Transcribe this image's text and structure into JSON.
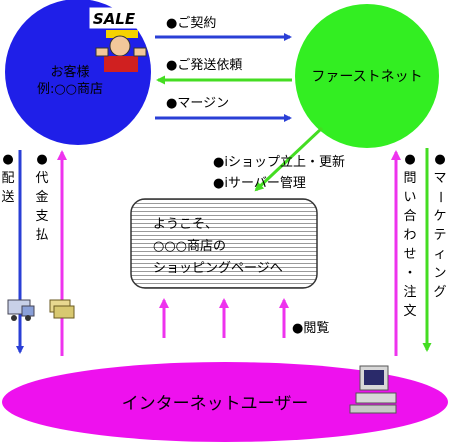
{
  "customer": {
    "line1": "お客様",
    "line2": "例:○○商店",
    "sale_badge": "SALE"
  },
  "firstnet": {
    "label": "ファーストネット"
  },
  "flows": {
    "contract": "●ご契約",
    "shipping_request": "●ご発送依頼",
    "margin": "●マージン",
    "shop_ops_1": "●iショップ立上・更新",
    "shop_ops_2": "●iサーバー管理",
    "browse": "●閲覧"
  },
  "vertical": {
    "delivery": [
      "●",
      "配",
      "送"
    ],
    "payment": [
      "●",
      "代",
      "金",
      "支",
      "払"
    ],
    "inquiry": [
      "●",
      "問",
      "い",
      "合",
      "わ",
      "せ",
      "・",
      "注",
      "文"
    ],
    "marketing": [
      "●",
      "マ",
      "ー",
      "ケ",
      "テ",
      "ィ",
      "ン",
      "グ"
    ]
  },
  "shop_page": {
    "line1": "ようこそ、",
    "line2": "○○○商店の",
    "line3": "ショッピングページへ"
  },
  "users": {
    "label": "インターネットユーザー"
  },
  "colors": {
    "customer_circle": "#1f1fe8",
    "firstnet_circle": "#33ee22",
    "users_ellipse": "#ee11ee",
    "arrow_blue": "#2a3fd6",
    "arrow_green": "#44dd22",
    "arrow_magenta": "#ee33ee"
  }
}
